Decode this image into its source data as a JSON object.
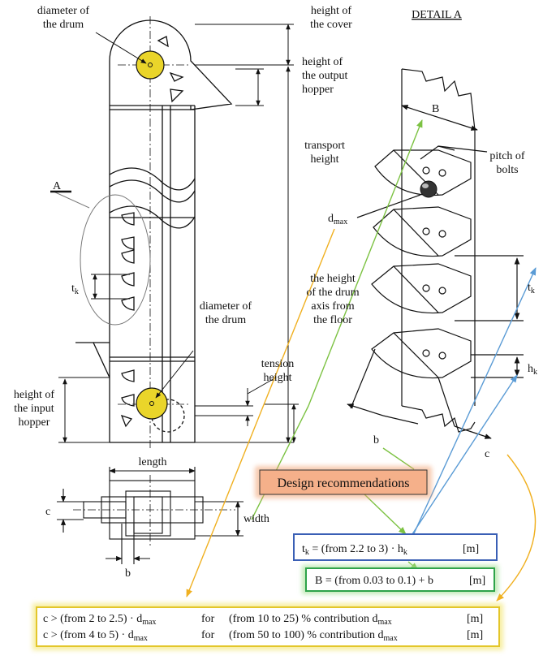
{
  "labels": {
    "diameter_drum_top_1": "diameter of",
    "diameter_drum_top_2": "the drum",
    "height_cover_1": "height of",
    "height_cover_2": "the cover",
    "height_output_1": "height of",
    "height_output_2": "the output",
    "height_output_3": "hopper",
    "transport_1": "transport",
    "transport_2": "height",
    "detail_a": "DETAIL A",
    "b_detail": "B",
    "pitch_1": "pitch of",
    "pitch_2": "bolts",
    "dmax_d": "d",
    "dmax_sub": "max",
    "a_label": "A",
    "tk_left_t": "t",
    "tk_left_sub": "k",
    "tk_right_t": "t",
    "tk_right_sub": "k",
    "hk_h": "h",
    "hk_sub": "k",
    "drum_axis_1": "the height",
    "drum_axis_2": "of the drum",
    "drum_axis_3": "axis from",
    "drum_axis_4": "the floor",
    "diameter_drum_bottom_1": "diameter of",
    "diameter_drum_bottom_2": "the drum",
    "tension_1": "tension",
    "tension_2": "height",
    "input_1": "height of",
    "input_2": "the input",
    "input_3": "hopper",
    "b_bucket": "b",
    "c_bucket": "c",
    "length": "length",
    "width": "width",
    "c_plan": "c",
    "b_plan": "b"
  },
  "boxes": {
    "design": "Design recommendations",
    "tk_formula": {
      "t": "t",
      "t_sub": "k",
      "mid": " = (from 2.2 to 3) · h",
      "h_sub": "k",
      "unit": "[m]"
    },
    "b_formula": {
      "text": "B = (from 0.03 to 0.1) + b",
      "unit": "[m]"
    },
    "c_line1": {
      "a": "c > (from 2 to 2.5) · d",
      "a_sub": "max",
      "for": "for",
      "range": "(from 10  to 25) % contribution d",
      "r_sub": "max",
      "unit": "[m]"
    },
    "c_line2": {
      "a": "c > (from 4 to 5) · d",
      "a_sub": "max",
      "for": "for",
      "range": "(from 50 to 100) % contribution d",
      "r_sub": "max",
      "unit": "[m]"
    }
  },
  "colors": {
    "drum": "#ead52a",
    "design_fill": "#f5b08a",
    "design_glow": "#f0a070",
    "tk_border": "#3a5fb5",
    "b_border": "#2ea34a",
    "b_glow": "#a8e29a",
    "c_border": "#e3c62a",
    "c_glow": "#f4ea8a",
    "arrow_orange": "#f0b020",
    "arrow_green": "#7cc242",
    "arrow_blue": "#5a9bd5"
  }
}
